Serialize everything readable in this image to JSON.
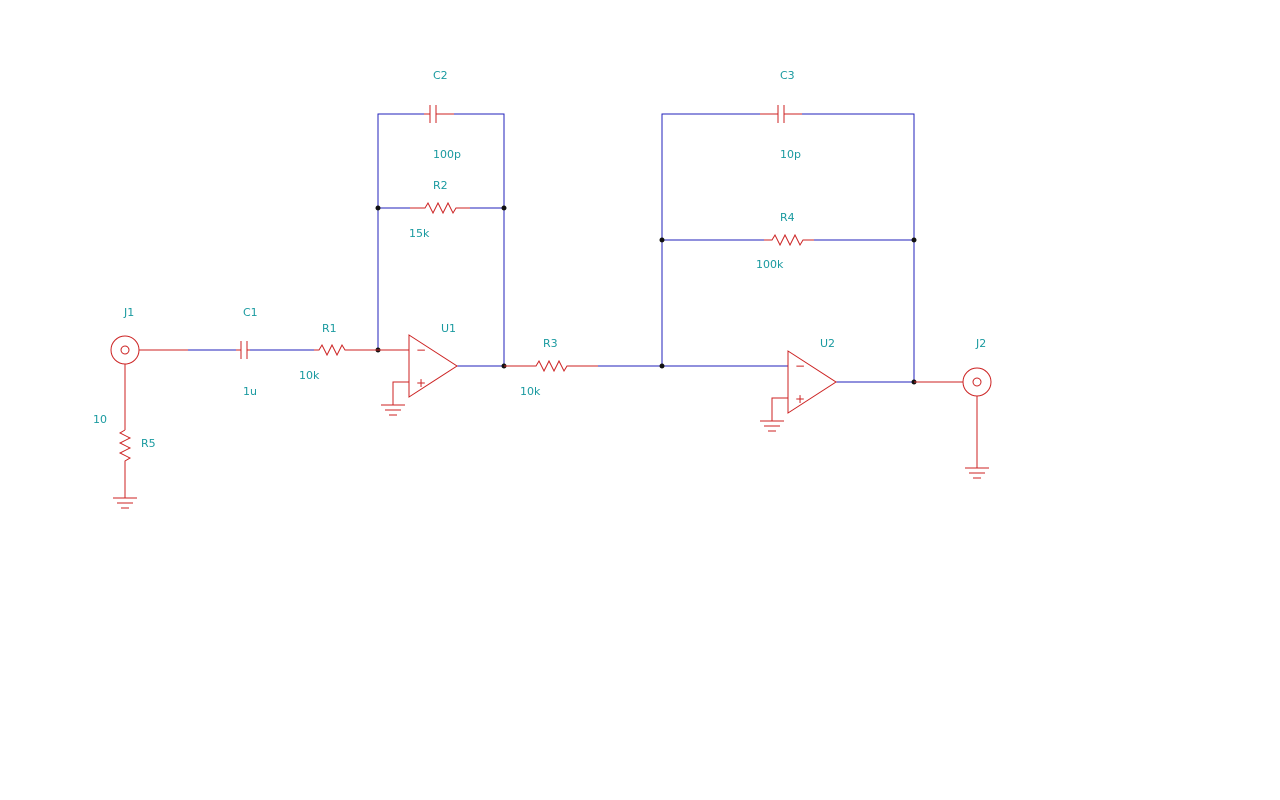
{
  "schematic": {
    "components": {
      "J1": {
        "ref": "J1",
        "value": ""
      },
      "J2": {
        "ref": "J2",
        "value": ""
      },
      "C1": {
        "ref": "C1",
        "value": "1u"
      },
      "C2": {
        "ref": "C2",
        "value": "100p"
      },
      "C3": {
        "ref": "C3",
        "value": "10p"
      },
      "R1": {
        "ref": "R1",
        "value": "10k"
      },
      "R2": {
        "ref": "R2",
        "value": "15k"
      },
      "R3": {
        "ref": "R3",
        "value": "10k"
      },
      "R4": {
        "ref": "R4",
        "value": "100k"
      },
      "R5": {
        "ref": "R5",
        "value": "10"
      },
      "U1": {
        "ref": "U1",
        "value": ""
      },
      "U2": {
        "ref": "U2",
        "value": ""
      }
    },
    "pin_symbols": {
      "inverting": "−",
      "non_inverting": "+"
    },
    "colors": {
      "wire": "#2222bb",
      "part": "#cc2222",
      "label": "#1a9aa0",
      "junction": "#111111"
    }
  }
}
